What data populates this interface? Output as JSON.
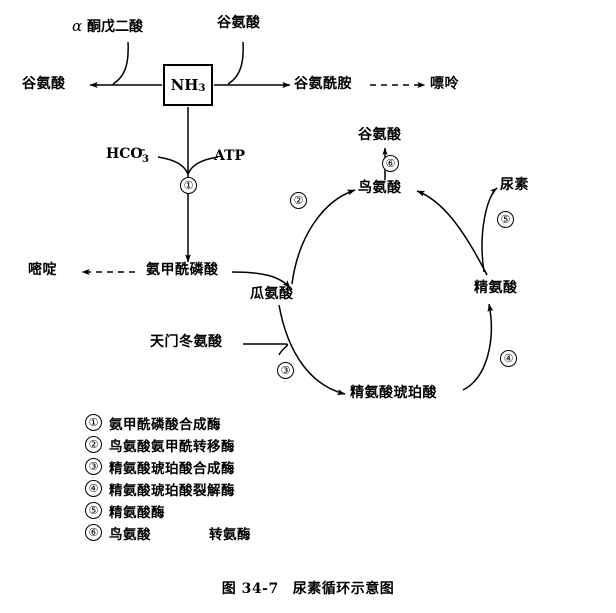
{
  "figure": {
    "caption_label": "图 34-7",
    "caption_title": "尿素循环示意图"
  },
  "nodes": {
    "alpha_ketoglutarate": "酮戊二酸",
    "alpha_symbol": "α",
    "glutamate_top_right": "谷氨酸",
    "glutamate_left": "谷氨酸",
    "ammonia": "NH",
    "ammonia_sub": "3",
    "glutamine": "谷氨酰胺",
    "purine": "嘌呤",
    "bicarbonate": "HCO",
    "bicarbonate_sup": "−",
    "bicarbonate_sub": "3",
    "atp": "ATP",
    "carbamoyl_phosphate": "氨甲酰磷酸",
    "pyrimidine": "嘧啶",
    "citrulline": "瓜氨酸",
    "ornithine": "鸟氨酸",
    "glutamate_cycle_top": "谷氨酸",
    "urea": "尿素",
    "arginine": "精氨酸",
    "argininosuccinate": "精氨酸琥珀酸",
    "aspartate": "天门冬氨酸"
  },
  "step_markers": {
    "one": "①",
    "two": "②",
    "three": "③",
    "four": "④",
    "five": "⑤",
    "six": "⑥"
  },
  "legend": [
    {
      "marker": "①",
      "text": "氨甲酰磷酸合成酶"
    },
    {
      "marker": "②",
      "text": "鸟氨酸氨甲酰转移酶"
    },
    {
      "marker": "③",
      "text": "精氨酸琥珀酸合成酶"
    },
    {
      "marker": "④",
      "text": "精氨酸琥珀酸裂解酶"
    },
    {
      "marker": "⑤",
      "text": "精氨酸酶"
    },
    {
      "marker": "⑥",
      "text": "鸟氨酸",
      "text2": "转氨酶"
    }
  ],
  "colors": {
    "ink": "#000000",
    "background": "#ffffff"
  }
}
